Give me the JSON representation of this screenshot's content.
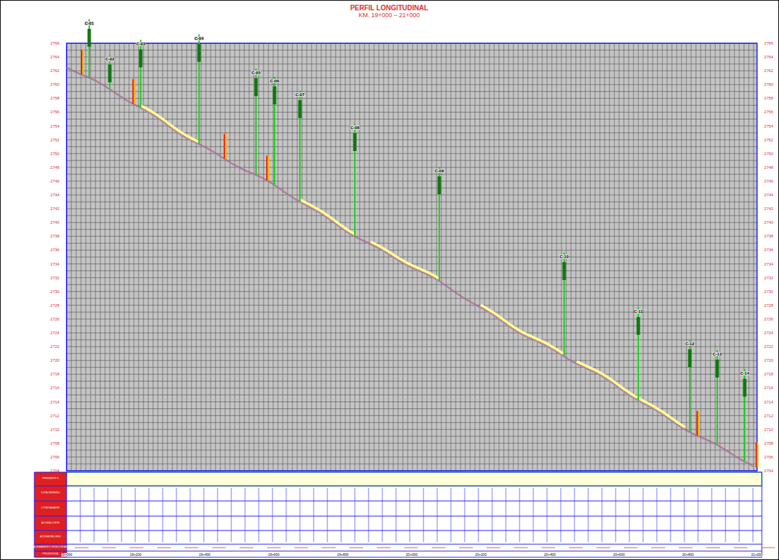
{
  "diagram": {
    "title": "PERFIL LONGITUDINAL",
    "labels": [
      "KM. 19+000 – 21+000",
      "2766",
      "2764",
      "2762",
      "2760",
      "2758",
      "2756",
      "2754",
      "2752",
      "2750",
      "2748",
      "2746",
      "2744",
      "2742",
      "2740",
      "2738",
      "2736",
      "2734",
      "2732",
      "2730",
      "2728",
      "2726",
      "2724",
      "2722",
      "2720",
      "2718",
      "2716",
      "2714",
      "2712",
      "2710",
      "2708",
      "2706",
      "2704",
      "2766",
      "2764",
      "2762",
      "2760",
      "2758",
      "2756",
      "2754",
      "2752",
      "2750",
      "2748",
      "2746",
      "2744",
      "2742",
      "2740",
      "2738",
      "2736",
      "2734",
      "2732",
      "2730",
      "2728",
      "2726",
      "2724",
      "2722",
      "2720",
      "2718",
      "2716",
      "2714",
      "2712",
      "2710",
      "2708",
      "2706",
      "2704",
      "C-01",
      "C-02",
      "C-03",
      "C-04",
      "C-05",
      "C-06",
      "C-07",
      "C-08",
      "C-09",
      "C-10",
      "C-11",
      "C-12",
      "C-13",
      "C-14",
      "PENDIENTE %",
      "COTA TERRENO",
      "COTA RASANTE",
      "ALTURA CORTE",
      "ALTURA RELLENO",
      "ALINEAMIENTO HORIZONTAL",
      "PROGRESIVA",
      "19+000",
      "19+200",
      "19+400",
      "19+600",
      "19+800",
      "20+000",
      "20+200",
      "20+400",
      "20+600",
      "20+800",
      "21+000"
    ]
  }
}
